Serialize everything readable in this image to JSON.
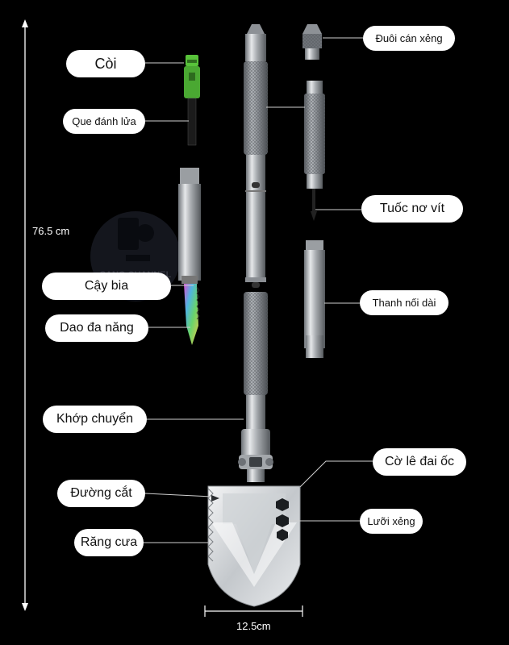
{
  "labels": {
    "whistle": "Còi",
    "fire_starter": "Que đánh lửa",
    "pry_bar": "Cậy bia",
    "multi_knife": "Dao đa năng",
    "pivot_joint": "Khớp chuyển",
    "cutting_edge": "Đường cắt",
    "saw_teeth": "Răng cưa",
    "handle_cap": "Đuôi cán xẻng",
    "screwdriver": "Tuốc nơ vít",
    "extension_rod": "Thanh nối dài",
    "nut_wrench": "Cờ lê đai ốc",
    "shovel_blade": "Lưỡi xẻng"
  },
  "dimensions": {
    "height": "76.5 cm",
    "width": "12.5cm"
  },
  "watermark": {
    "text": "SANG CHANNEL"
  },
  "colors": {
    "background": "#000000",
    "label_bg": "#ffffff",
    "whistle_green": "#58c23a",
    "metal": "#c9cccf"
  }
}
